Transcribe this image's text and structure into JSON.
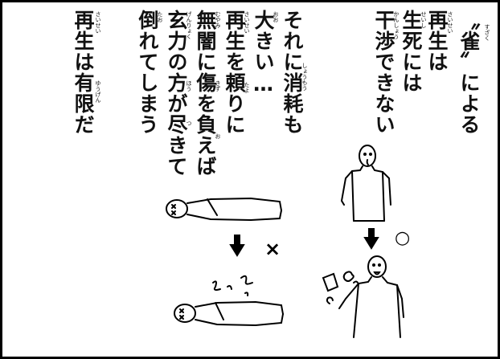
{
  "text_columns": [
    {
      "id": "c1",
      "text": "〝雀〟による"
    },
    {
      "id": "c2",
      "text": "再生は"
    },
    {
      "id": "c3",
      "text": "生死には"
    },
    {
      "id": "c4",
      "text": "干渉できない"
    },
    {
      "id": "c5",
      "text": "それに消耗も"
    },
    {
      "id": "c6",
      "text": "大きい…"
    },
    {
      "id": "c7",
      "text": "再生を頼りに"
    },
    {
      "id": "c8",
      "text": "無闇に傷を負えば"
    },
    {
      "id": "c9",
      "text": "玄力の方が尽きて"
    },
    {
      "id": "c10",
      "text": "倒れてしまう"
    },
    {
      "id": "c11",
      "text": "再生は有限だ"
    }
  ],
  "ruby": {
    "suzume": "すざく",
    "saisei": "さいせい",
    "seishi": "せいし",
    "kanshou": "かんしょう",
    "shoumou": "しょうもう",
    "oo": "おお",
    "tayo": "たよ",
    "muyami": "むやみ",
    "kizu": "きず",
    "o": "お",
    "genryoku": "げんりょく",
    "hou": "ほう",
    "tsu": "つ",
    "tao": "たお",
    "yuugen": "ゆうげん"
  },
  "symbols": {
    "circle": "○",
    "cross": "×"
  },
  "icons": [
    "standing-figure-icon",
    "lying-figure-icon",
    "bleeding-figure-icon",
    "down-arrow-icon"
  ]
}
